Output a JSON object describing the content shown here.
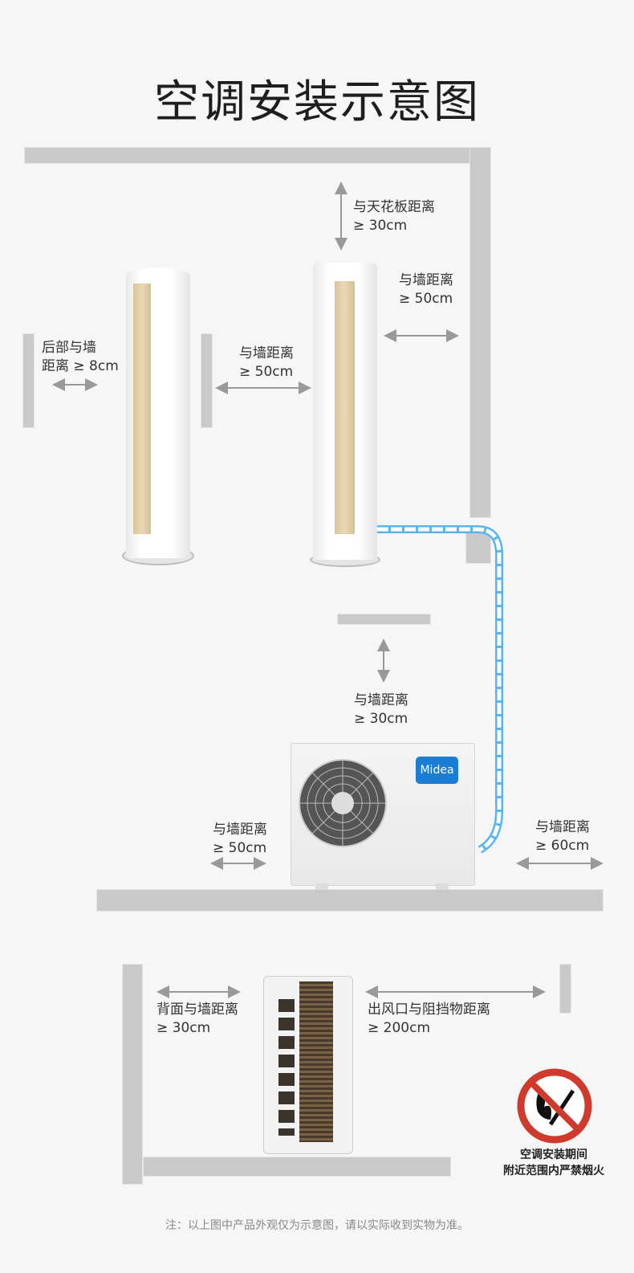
{
  "title": "空调安装示意图",
  "labels": {
    "ceiling": {
      "line1": "与天花板距离",
      "line2": "≥ 30cm"
    },
    "indoor_right_wall": {
      "line1": "与墙距离",
      "line2": "≥ 50cm"
    },
    "indoor_back_wall": {
      "line1": "后部与墙",
      "line2": "距离 ≥ 8cm"
    },
    "indoor_side_wall": {
      "line1": "与墙距离",
      "line2": "≥ 50cm"
    },
    "outdoor_top_wall": {
      "line1": "与墙距离",
      "line2": "≥ 30cm"
    },
    "outdoor_left_wall": {
      "line1": "与墙距离",
      "line2": "≥ 50cm"
    },
    "outdoor_right_wall": {
      "line1": "与墙距离",
      "line2": "≥ 60cm"
    },
    "outdoor_back_wall": {
      "line1": "背面与墙距离",
      "line2": "≥ 30cm"
    },
    "outdoor_outlet": {
      "line1": "出风口与阻挡物距离",
      "line2": "≥ 200cm"
    }
  },
  "brand": "Midea",
  "warning": {
    "line1": "空调安装期间",
    "line2": "附近范围内严禁烟火"
  },
  "footnote": "注：以上图中产品外观仅为示意图，请以实际收到实物为准。",
  "colors": {
    "wall": "#c9c9c9",
    "pipe": "#5ab4f0",
    "brand": "#1a7fd4",
    "sign_red": "#d03a2c",
    "panel_gold": "#e2cfa8"
  }
}
